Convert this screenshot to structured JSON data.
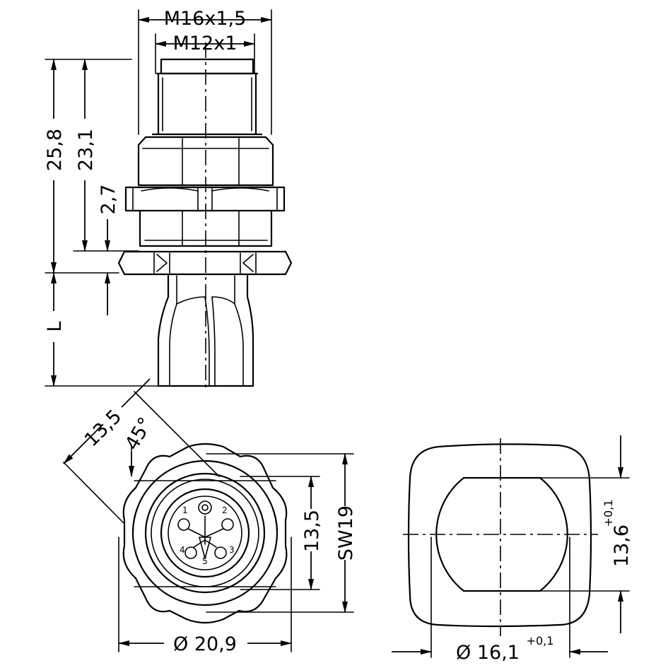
{
  "side_view": {
    "dim_thread_outer": "M16x1,5",
    "dim_thread_inner": "M12x1",
    "dim_total_height": "25,8",
    "dim_thread_height": "23,1",
    "dim_nut_thickness": "2,7",
    "dim_cable_length": "L"
  },
  "front_view": {
    "dim_diagonal": "13,5",
    "dim_angle": "45°",
    "dim_inner_height": "13,5",
    "dim_wrench_size": "SW19",
    "dim_flange_diameter": "Ø 20,9",
    "pin_labels": [
      "1",
      "2",
      "3",
      "4",
      "5"
    ]
  },
  "panel_cutout": {
    "dim_height": "13,6",
    "dim_height_tolerance": "+0,1",
    "dim_diameter": "Ø 16,1",
    "dim_diameter_tolerance": "+0,1"
  }
}
